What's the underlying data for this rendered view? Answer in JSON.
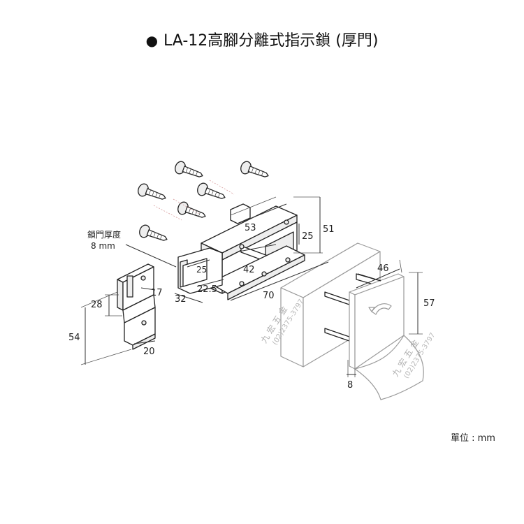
{
  "title": {
    "bullet": "●",
    "text": "LA-12高腳分離式指示鎖 (厚門)"
  },
  "unit_label": "單位 : mm",
  "callout": {
    "label_line1": "鎖門厚度",
    "label_line2": "8 mm"
  },
  "dimensions": {
    "d53": "53",
    "d51": "51",
    "d25_top": "25",
    "d25_inner": "25",
    "d42": "42",
    "d22_5": "22.5",
    "d32": "32",
    "d70": "70",
    "d17": "17",
    "d28": "28",
    "d54": "54",
    "d20": "20",
    "d46": "46",
    "d57": "57",
    "d8": "8"
  },
  "watermark": {
    "name": "九 宏 五 金",
    "phone": "(02)2375-3797"
  },
  "icons": {
    "screw": "screw-icon",
    "bracket": "z-bracket-icon",
    "lock_body": "lock-body-icon",
    "door_panel": "door-panel-icon",
    "indicator_plate": "indicator-plate-icon"
  }
}
